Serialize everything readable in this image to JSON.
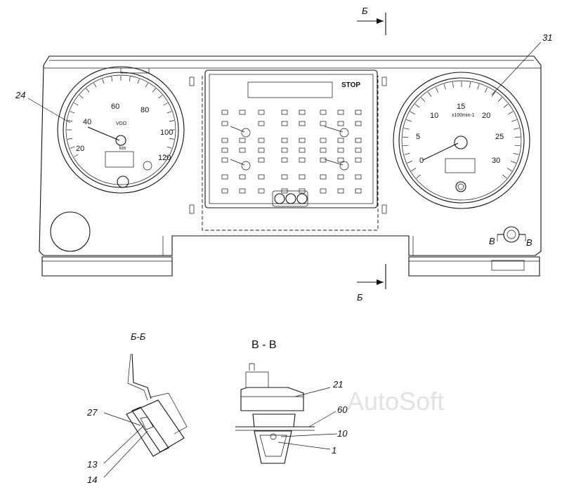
{
  "speedometer": {
    "scale": [
      "20",
      "40",
      "60",
      "80",
      "100",
      "120"
    ],
    "brand": "VDO",
    "unit": "km"
  },
  "tachometer": {
    "scale": [
      "0",
      "5",
      "10",
      "15",
      "20",
      "25",
      "30"
    ],
    "unit": "x100min-1"
  },
  "control_panel": {
    "stop_label": "STOP"
  },
  "callouts": {
    "speedometer": "24",
    "tachometer": "31",
    "bracket": "27",
    "part_13": "13",
    "part_14": "14",
    "housing": "21",
    "panel": "60",
    "part_10": "10",
    "part_1": "1"
  },
  "sections": {
    "section_b_top": "Б",
    "section_b_bottom": "Б",
    "view_b": "Б-Б",
    "view_v": "В - В",
    "v_left": "В",
    "v_right": "В"
  },
  "watermark": "AutoSoft"
}
